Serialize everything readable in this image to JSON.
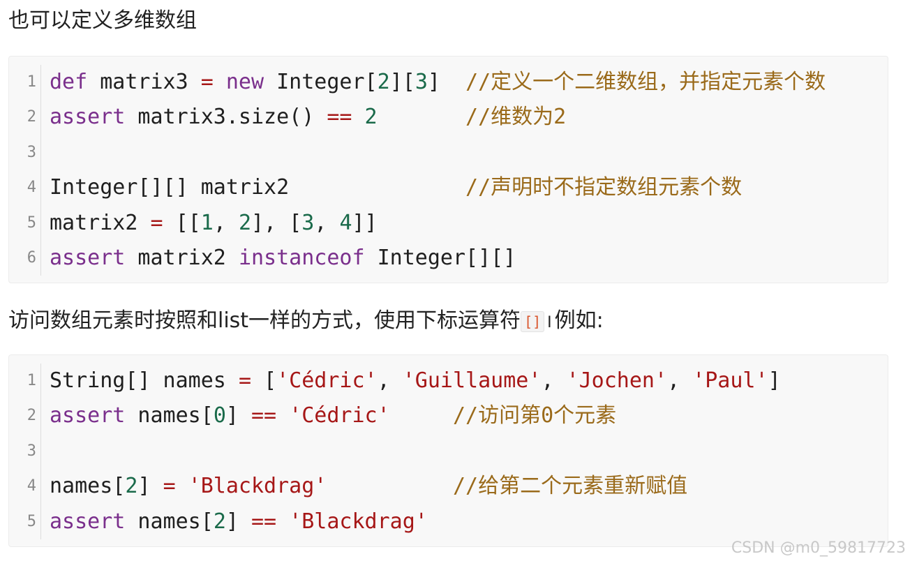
{
  "heading1": "也可以定义多维数组",
  "block1": {
    "line_numbers": [
      "1",
      "2",
      "3",
      "4",
      "5",
      "6"
    ],
    "lines": [
      [
        [
          "kw",
          "def"
        ],
        [
          "t",
          " matrix3 "
        ],
        [
          "op",
          "="
        ],
        [
          "t",
          " "
        ],
        [
          "kw",
          "new"
        ],
        [
          "t",
          " Integer["
        ],
        [
          "num",
          "2"
        ],
        [
          "t",
          "]["
        ],
        [
          "num",
          "3"
        ],
        [
          "t",
          "]  "
        ],
        [
          "cm",
          "//定义一个二维数组，并指定元素个数"
        ]
      ],
      [
        [
          "kw",
          "assert"
        ],
        [
          "t",
          " matrix3.size() "
        ],
        [
          "op",
          "=="
        ],
        [
          "t",
          " "
        ],
        [
          "num",
          "2"
        ],
        [
          "t",
          "       "
        ],
        [
          "cm",
          "//维数为2"
        ]
      ],
      [],
      [
        [
          "t",
          "Integer[][] matrix2              "
        ],
        [
          "cm",
          "//声明时不指定数组元素个数"
        ]
      ],
      [
        [
          "t",
          "matrix2 "
        ],
        [
          "op",
          "="
        ],
        [
          "t",
          " [["
        ],
        [
          "num",
          "1"
        ],
        [
          "t",
          ", "
        ],
        [
          "num",
          "2"
        ],
        [
          "t",
          "], ["
        ],
        [
          "num",
          "3"
        ],
        [
          "t",
          ", "
        ],
        [
          "num",
          "4"
        ],
        [
          "t",
          "]]"
        ]
      ],
      [
        [
          "kw",
          "assert"
        ],
        [
          "t",
          " matrix2 "
        ],
        [
          "kw",
          "instanceof"
        ],
        [
          "t",
          " Integer[][]"
        ]
      ]
    ]
  },
  "para": {
    "before": "访问数组元素时按照和list一样的方式，使用下标运算符",
    "inline_code": "[]",
    "cursor": "I",
    "after": "例如:"
  },
  "block2": {
    "line_numbers": [
      "1",
      "2",
      "3",
      "4",
      "5"
    ],
    "lines": [
      [
        [
          "t",
          "String[] names "
        ],
        [
          "op",
          "="
        ],
        [
          "t",
          " ["
        ],
        [
          "str",
          "'Cédric'"
        ],
        [
          "t",
          ", "
        ],
        [
          "str",
          "'Guillaume'"
        ],
        [
          "t",
          ", "
        ],
        [
          "str",
          "'Jochen'"
        ],
        [
          "t",
          ", "
        ],
        [
          "str",
          "'Paul'"
        ],
        [
          "t",
          "]"
        ]
      ],
      [
        [
          "kw",
          "assert"
        ],
        [
          "t",
          " names["
        ],
        [
          "num",
          "0"
        ],
        [
          "t",
          "] "
        ],
        [
          "op",
          "=="
        ],
        [
          "t",
          " "
        ],
        [
          "str",
          "'Cédric'"
        ],
        [
          "t",
          "     "
        ],
        [
          "cm",
          "//访问第0个元素"
        ]
      ],
      [],
      [
        [
          "t",
          "names["
        ],
        [
          "num",
          "2"
        ],
        [
          "t",
          "] "
        ],
        [
          "op",
          "="
        ],
        [
          "t",
          " "
        ],
        [
          "str",
          "'Blackdrag'"
        ],
        [
          "t",
          "          "
        ],
        [
          "cm",
          "//给第二个元素重新赋值"
        ]
      ],
      [
        [
          "kw",
          "assert"
        ],
        [
          "t",
          " names["
        ],
        [
          "num",
          "2"
        ],
        [
          "t",
          "] "
        ],
        [
          "op",
          "=="
        ],
        [
          "t",
          " "
        ],
        [
          "str",
          "'Blackdrag'"
        ]
      ]
    ]
  },
  "watermark": "CSDN @m0_59817723"
}
